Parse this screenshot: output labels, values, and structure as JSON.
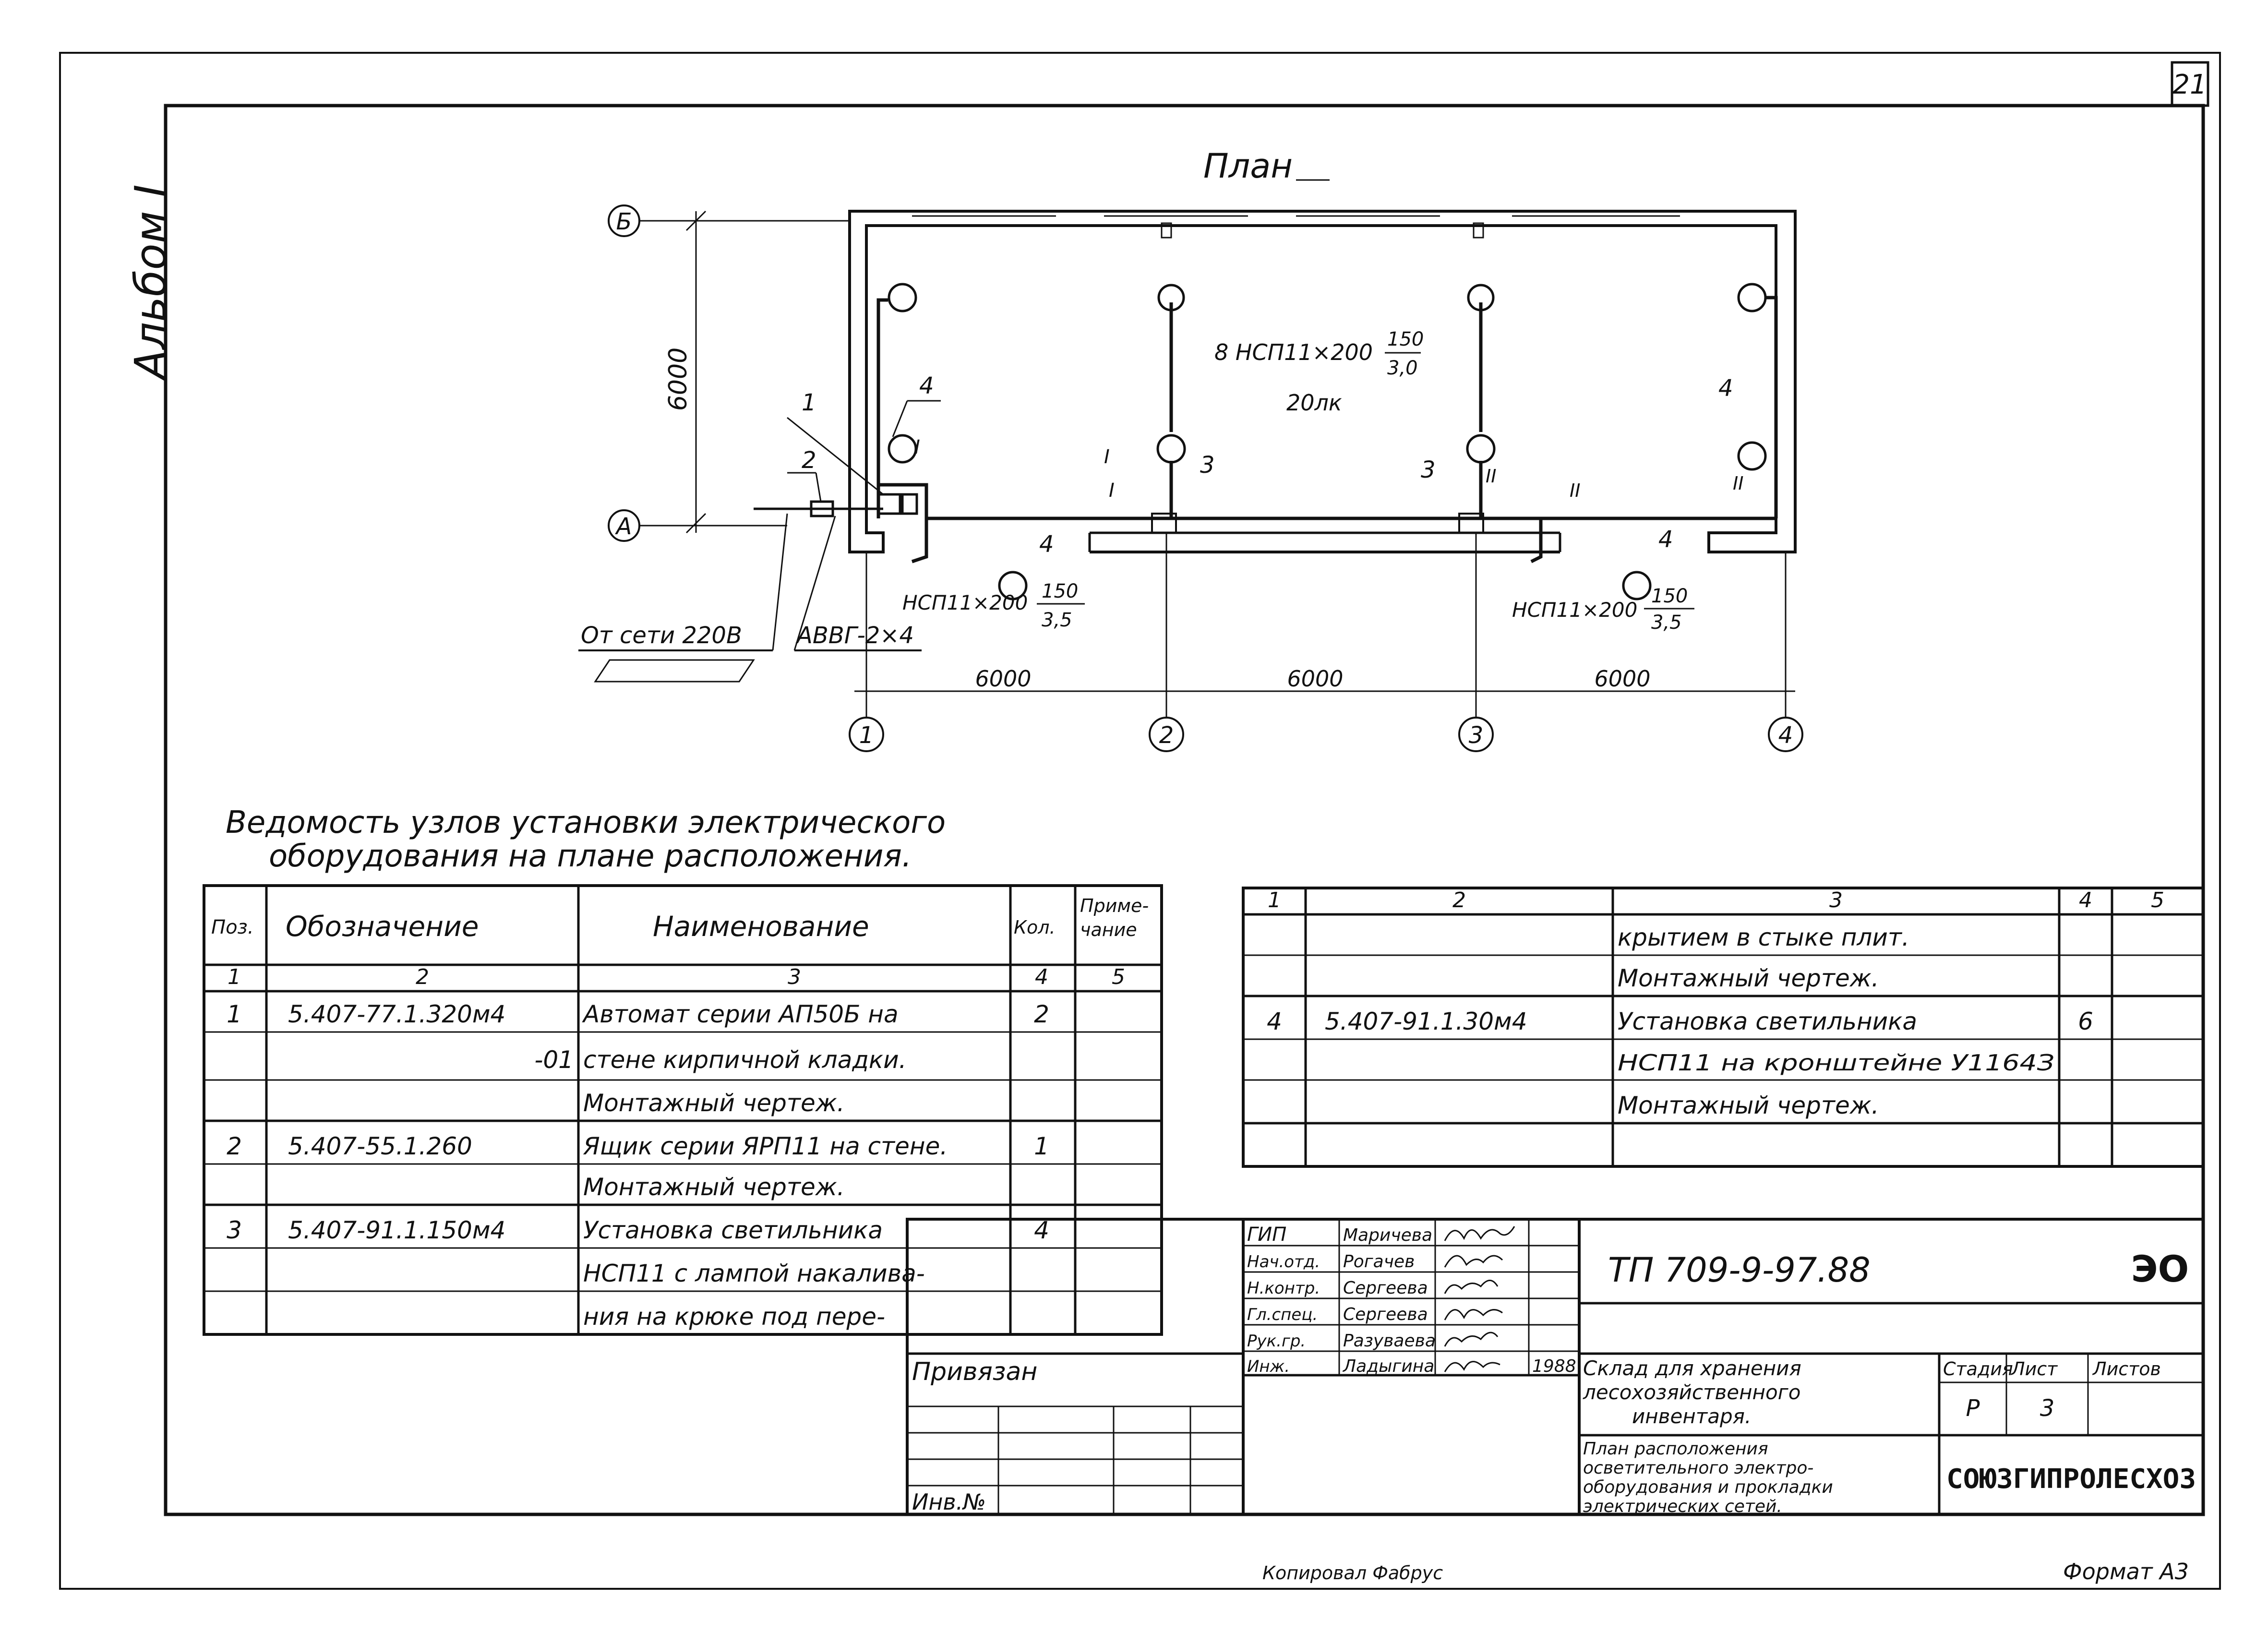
{
  "sheet": {
    "number": "21",
    "album": "Альбом I",
    "format_note": "Формат А3",
    "copied_note": "Копировал Фабрус"
  },
  "plan": {
    "title": "План",
    "axes": {
      "rows": [
        "Б",
        "А"
      ],
      "cols": [
        "1",
        "2",
        "3",
        "4"
      ]
    },
    "dimensions": {
      "width_6000": "6000",
      "span": "6000"
    },
    "fixture_group_label": "8 НСП11×200",
    "fixture_group_frac_top": "150",
    "fixture_group_frac_bottom": "3,0",
    "illuminance": "20лк",
    "fixture_left_label": "НСП11×200",
    "fixture_right_label": "НСП11×200",
    "fixture_frac_top": "150",
    "fixture_frac_bottom": "3,5",
    "supply_note": "От сети 220В",
    "cable_note": "АВВГ-2×4",
    "callouts": [
      "1",
      "2",
      "3",
      "4"
    ],
    "roman": [
      "I",
      "II"
    ]
  },
  "schedule": {
    "title_line1": "Ведомость узлов установки электрического",
    "title_line2": "оборудования на плане расположения.",
    "headers": [
      "Поз.",
      "Обозначение",
      "Наименование",
      "Кол.",
      "Приме-\nчание"
    ],
    "header_nums": [
      "1",
      "2",
      "3",
      "4",
      "5"
    ],
    "rows": [
      [
        "1",
        "5.407-77.1.320м4",
        "Автомат серии АП50Б на",
        "2",
        ""
      ],
      [
        "",
        "-01",
        "стене кирпичной кладки.",
        "",
        ""
      ],
      [
        "",
        "",
        "Монтажный чертеж.",
        "",
        ""
      ],
      [
        "2",
        "5.407-55.1.260",
        "Ящик серии ЯРП11 на стене.",
        "1",
        ""
      ],
      [
        "",
        "",
        "Монтажный чертеж.",
        "",
        ""
      ],
      [
        "3",
        "5.407-91.1.150м4",
        "Установка светильника",
        "4",
        ""
      ],
      [
        "",
        "",
        "НСП11 с лампой накалива-",
        "",
        ""
      ],
      [
        "",
        "",
        "ния на крюке под пере-",
        "",
        ""
      ]
    ],
    "cont_header_nums": [
      "1",
      "2",
      "3",
      "4",
      "5"
    ],
    "cont_rows": [
      [
        "",
        "",
        "крытием в стыке плит.",
        "",
        ""
      ],
      [
        "",
        "",
        "Монтажный чертеж.",
        "",
        ""
      ],
      [
        "4",
        "5.407-91.1.30м4",
        "Установка светильника",
        "6",
        ""
      ],
      [
        "",
        "",
        "НСП11 на кронштейне У1164З",
        "",
        ""
      ],
      [
        "",
        "",
        "Монтажный чертеж.",
        "",
        ""
      ],
      [
        "",
        "",
        "",
        "",
        ""
      ]
    ]
  },
  "titleblock": {
    "roles": [
      "ГИП",
      "Нач.отд.",
      "Н.контр.",
      "Гл.спец.",
      "Рук.гр.",
      "Инж."
    ],
    "names": [
      "Маричева",
      "Рогачев",
      "Сергеева",
      "Сергеева",
      "Разуваева",
      "Ладыгина"
    ],
    "year": "1988",
    "doc_code": "ТП 709-9-97.88",
    "mark": "ЭО",
    "object_name_1": "Склад для хранения",
    "object_name_2": "лесохозяйственного",
    "object_name_3": "инвентаря.",
    "sheet_title_1": "План расположения",
    "sheet_title_2": "осветительного электро-",
    "sheet_title_3": "оборудования и прокладки",
    "sheet_title_4": "электрических сетей.",
    "stage_label": "Стадия",
    "sheet_label": "Лист",
    "sheets_label": "Листов",
    "stage": "Р",
    "sheet": "3",
    "org": "СОЮЗГИПРОЛЕСХОЗ",
    "bound_label": "Привязан",
    "inv_label": "Инв.№"
  }
}
